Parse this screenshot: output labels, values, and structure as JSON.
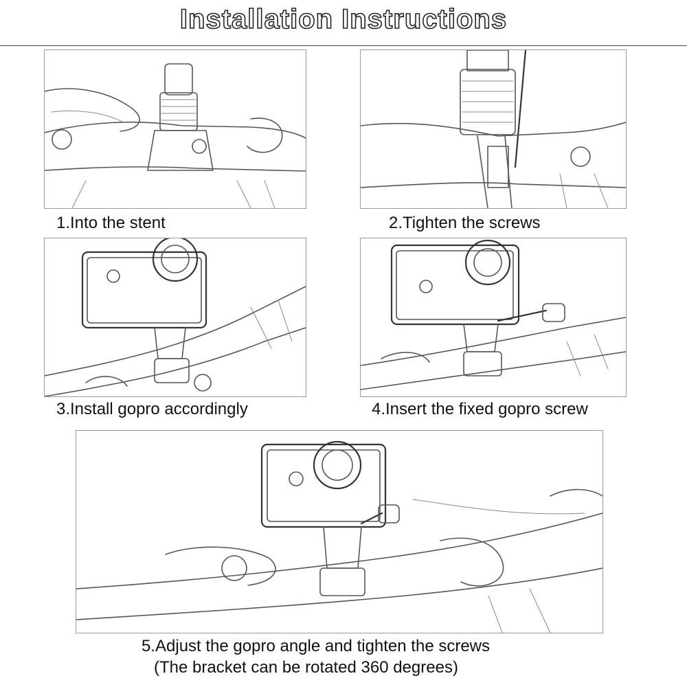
{
  "header": {
    "title": "Installation Instructions"
  },
  "steps": [
    {
      "caption": "1.Into the stent"
    },
    {
      "caption": "2.Tighten the screws"
    },
    {
      "caption": "3.Install gopro accordingly"
    },
    {
      "caption": "4.Insert the fixed gopro screw"
    },
    {
      "caption": "5.Adjust the gopro angle and tighten the screws",
      "note": "(The bracket can be rotated 360 degrees)"
    }
  ]
}
